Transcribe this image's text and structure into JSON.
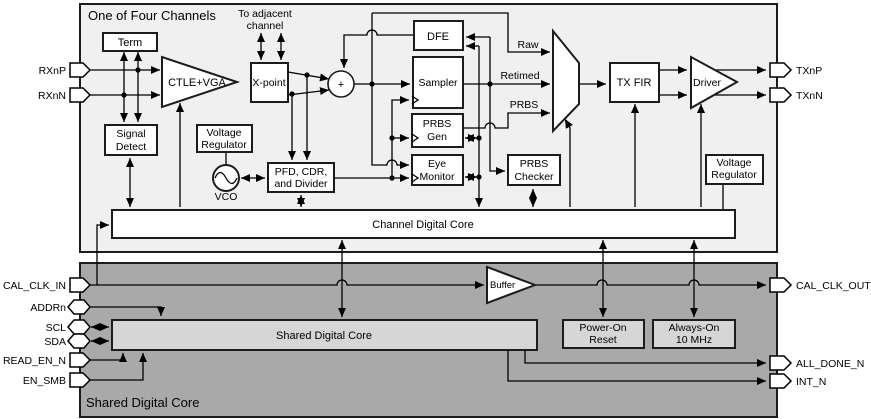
{
  "channel": {
    "title": "One of Four Channels",
    "adjacent_note": {
      "line1": "To adjacent",
      "line2": "channel"
    },
    "blocks": {
      "term": "Term",
      "ctle_vga": "CTLE+VGA",
      "x_point": "X-point",
      "signal_detect": {
        "line1": "Signal",
        "line2": "Detect"
      },
      "voltage_regulator": {
        "line1": "Voltage",
        "line2": "Regulator"
      },
      "vco": "VCO",
      "pfd_cdr_divider": {
        "line1": "PFD, CDR,",
        "line2": "and Divider"
      },
      "dfe": "DFE",
      "sampler": "Sampler",
      "prbs_gen": {
        "line1": "PRBS",
        "line2": "Gen"
      },
      "eye_monitor": {
        "line1": "Eye",
        "line2": "Monitor"
      },
      "prbs_checker": {
        "line1": "PRBS",
        "line2": "Checker"
      },
      "tx_fir": "TX FIR",
      "driver": "Driver",
      "channel_digital_core": "Channel Digital Core"
    },
    "signal_labels": {
      "raw": "Raw",
      "retimed": "Retimed",
      "prbs": "PRBS"
    }
  },
  "shared": {
    "label": "Shared Digital Core",
    "blocks": {
      "buffer": "Buffer",
      "shared_digital_core": "Shared Digital Core",
      "power_on_reset": {
        "line1": "Power-On",
        "line2": "Reset"
      },
      "always_on_10mhz": {
        "line1": "Always-On",
        "line2": "10 MHz"
      }
    }
  },
  "pins": {
    "left": {
      "rxnp": "RXnP",
      "rxnn": "RXnN",
      "cal_clk_in": "CAL_CLK_IN",
      "addrn": "ADDRn",
      "scl": "SCL",
      "sda": "SDA",
      "read_en_n": "READ_EN_N",
      "en_smb": "EN_SMB"
    },
    "right": {
      "txnp": "TXnP",
      "txnn": "TXnN",
      "cal_clk_out": "CAL_CLK_OUT",
      "all_done_n": "ALL_DONE_N",
      "int_n": "INT_N"
    }
  },
  "colors": {
    "channel_bg": "#f0f0f0",
    "shared_bg": "#a9a9a9",
    "light_block": "#d6d6d6",
    "block_bg": "#ffffff",
    "line": "#000000"
  }
}
